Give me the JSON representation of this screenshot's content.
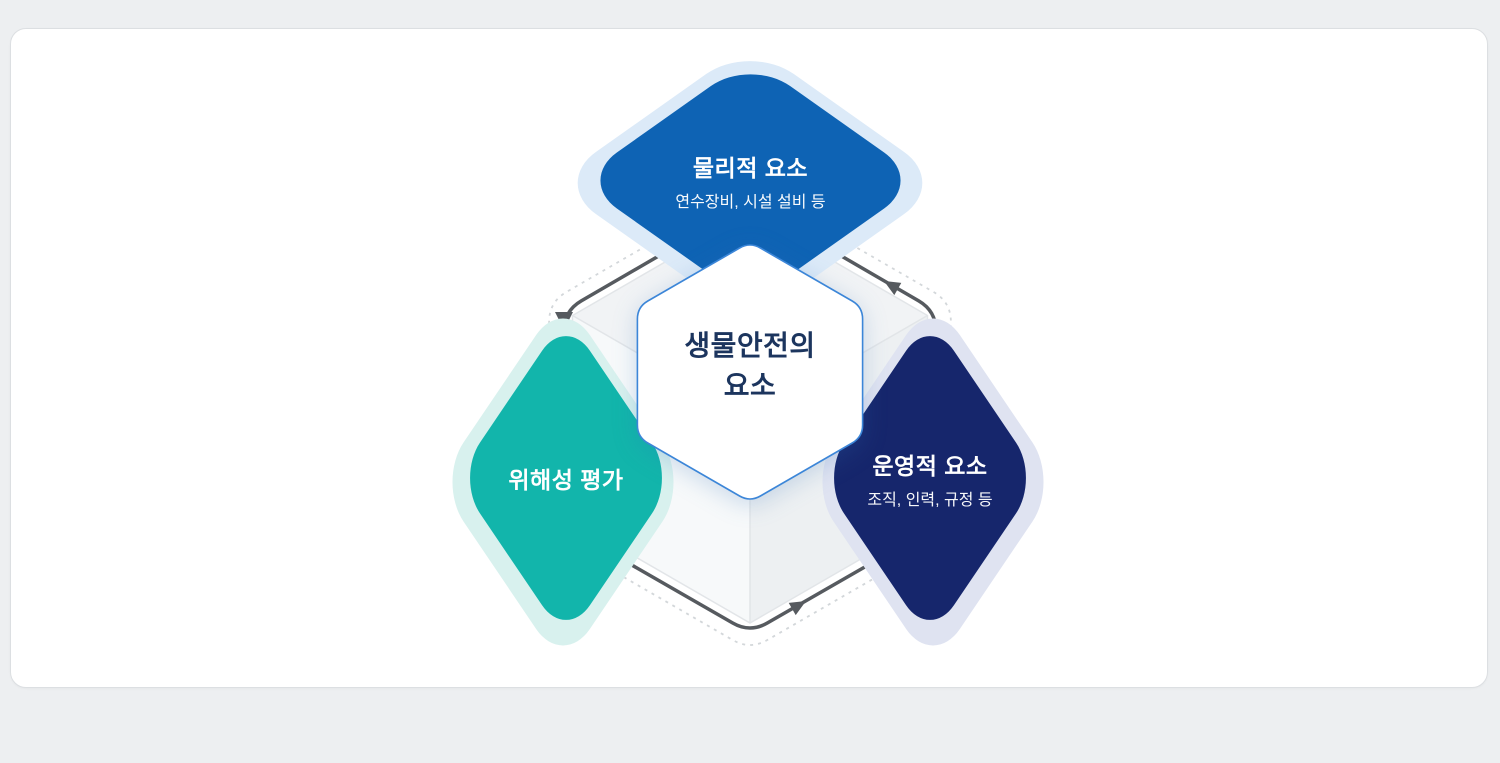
{
  "colors": {
    "page-bg": "#edeff1",
    "card-bg": "#ffffff",
    "card-border": "#dcdfe2",
    "c-physical": "#0e63b4",
    "c-risk": "#12b5ab",
    "c-operational": "#16266c",
    "h-physical": "#dceaf8",
    "h-risk": "#d8f1ee",
    "h-operational": "#dfe3f1",
    "hex-border": "#3c86d8",
    "hex-fill": "#ffffff",
    "hex-text": "#1c355e",
    "flow": "#565a5f",
    "dash": "#d3d7da",
    "node-text": "#ffffff"
  },
  "diagram": {
    "center": {
      "line1": "생물안전의",
      "line2": "요소"
    },
    "nodes": {
      "physical": {
        "title": "물리적 요소",
        "subtitle": "연수장비, 시설 설비 등"
      },
      "risk": {
        "title": "위해성 평가"
      },
      "operational": {
        "title": "운영적 요소",
        "subtitle": "조직, 인력, 규정 등"
      }
    }
  }
}
